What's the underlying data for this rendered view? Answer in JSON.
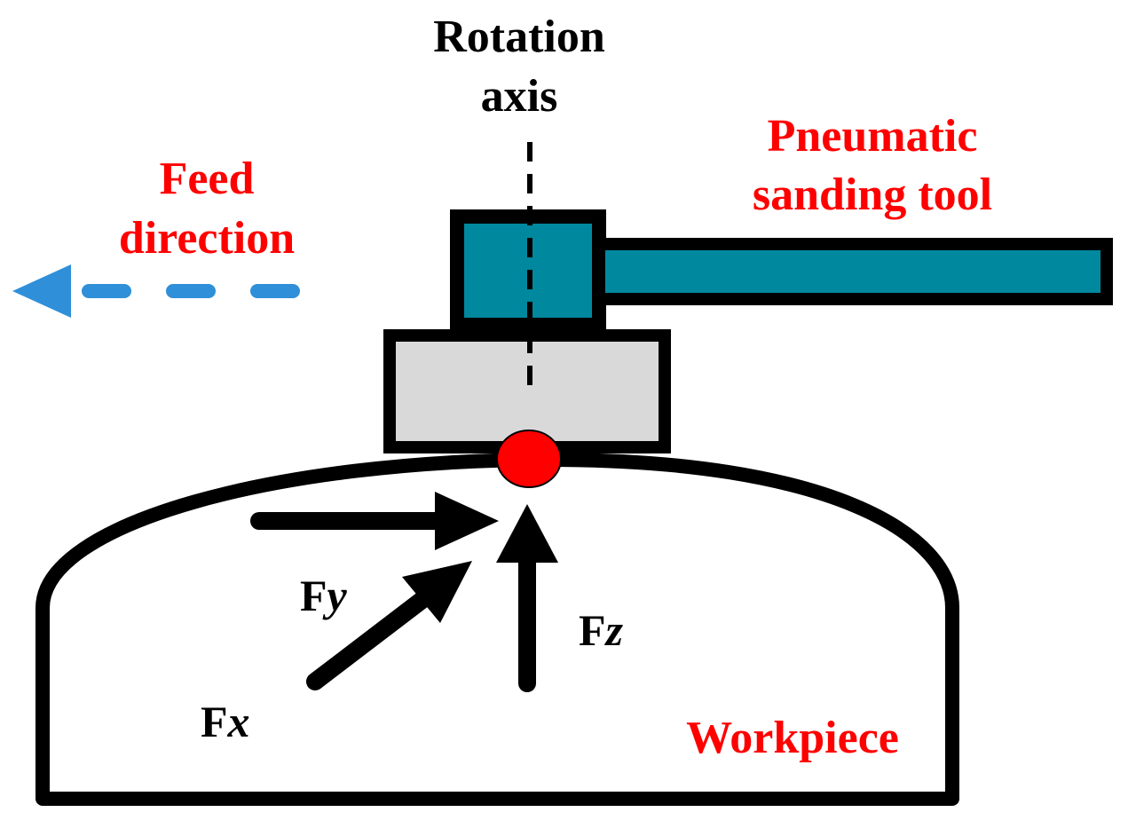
{
  "labels": {
    "rotation_axis_line1": "Rotation",
    "rotation_axis_line2": "axis",
    "tool_line1": "Pneumatic",
    "tool_line2": "sanding tool",
    "feed_line1": "Feed",
    "feed_line2": "direction",
    "workpiece": "Workpiece",
    "fx_main": "F",
    "fx_sub": "x",
    "fy_main": "F",
    "fy_sub": "y",
    "fz_main": "F",
    "fz_sub": "z"
  },
  "colors": {
    "label_black": "#000000",
    "label_red": "#ff0000",
    "tool_body": "#00889e",
    "sanding_pad": "#d9d9d9",
    "contact_point": "#ff0000",
    "feed_arrow": "#2f8fd8",
    "outline": "#000000"
  }
}
